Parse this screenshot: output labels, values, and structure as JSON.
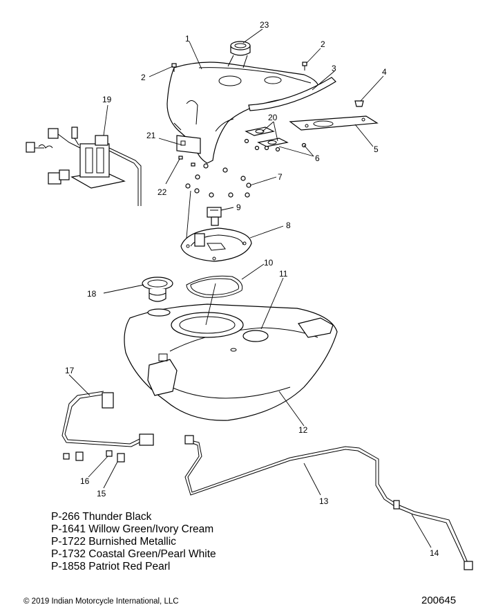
{
  "callouts": [
    "1",
    "2",
    "2",
    "3",
    "4",
    "5",
    "6",
    "7",
    "8",
    "9",
    "10",
    "11",
    "12",
    "13",
    "14",
    "15",
    "16",
    "17",
    "18",
    "19",
    "20",
    "21",
    "22",
    "23"
  ],
  "color_codes": [
    "P-266 Thunder Black",
    "P-1641 Willow Green/Ivory Cream",
    "P-1722 Burnished Metallic",
    "P-1732 Coastal Green/Pearl White",
    "P-1858 Patriot Red Pearl"
  ],
  "copyright": "© 2019 Indian Motorcycle International, LLC",
  "drawing_number": "200645"
}
